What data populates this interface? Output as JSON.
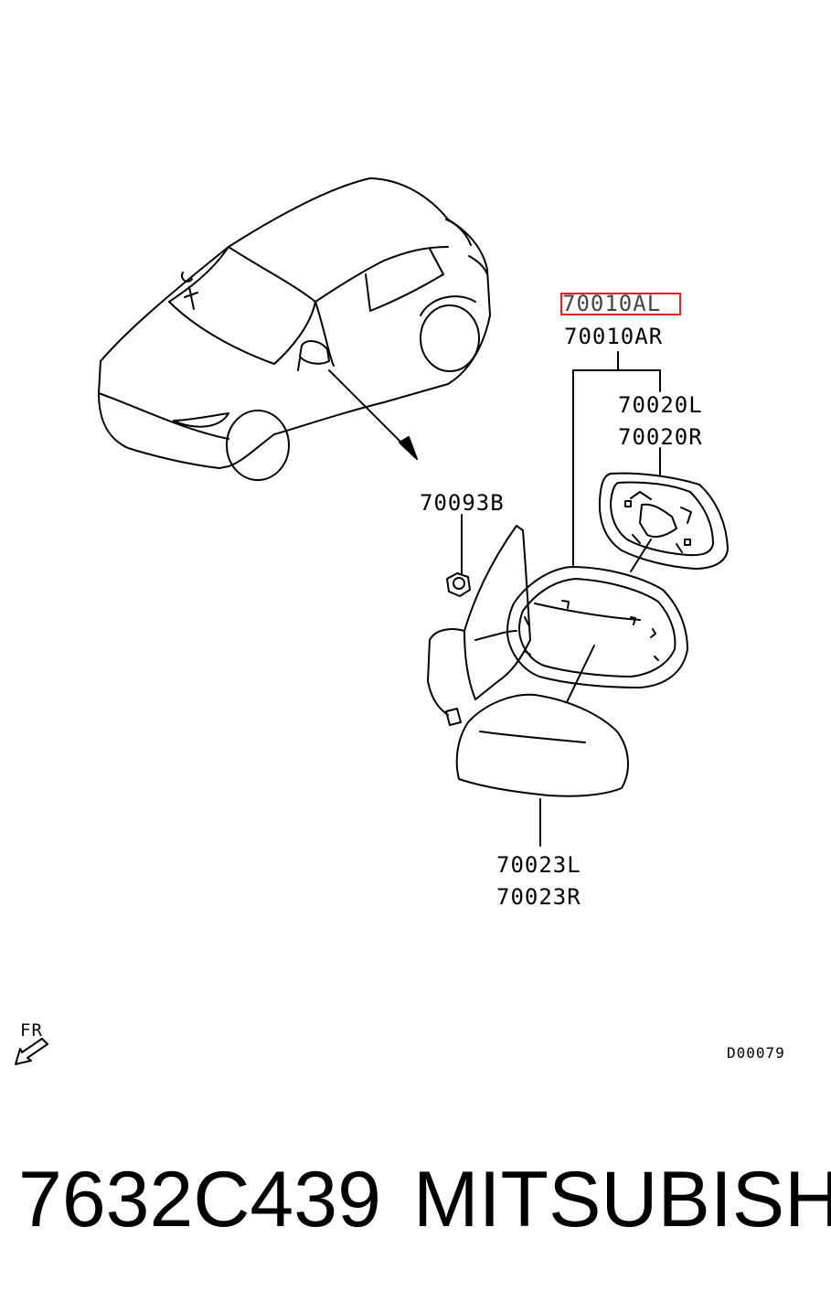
{
  "callouts": {
    "outer_mirror_left": "70010AL",
    "outer_mirror_right": "70010AR",
    "mirror_glass_left": "70020L",
    "mirror_glass_right": "70020R",
    "cover_left": "70023L",
    "cover_right": "70023R",
    "nut": "70093B"
  },
  "highlight_color": "#e02020",
  "direction_label": "FR",
  "diagram_code": "D00079",
  "part_number": "7632C439",
  "brand": "MITSUBISHI"
}
